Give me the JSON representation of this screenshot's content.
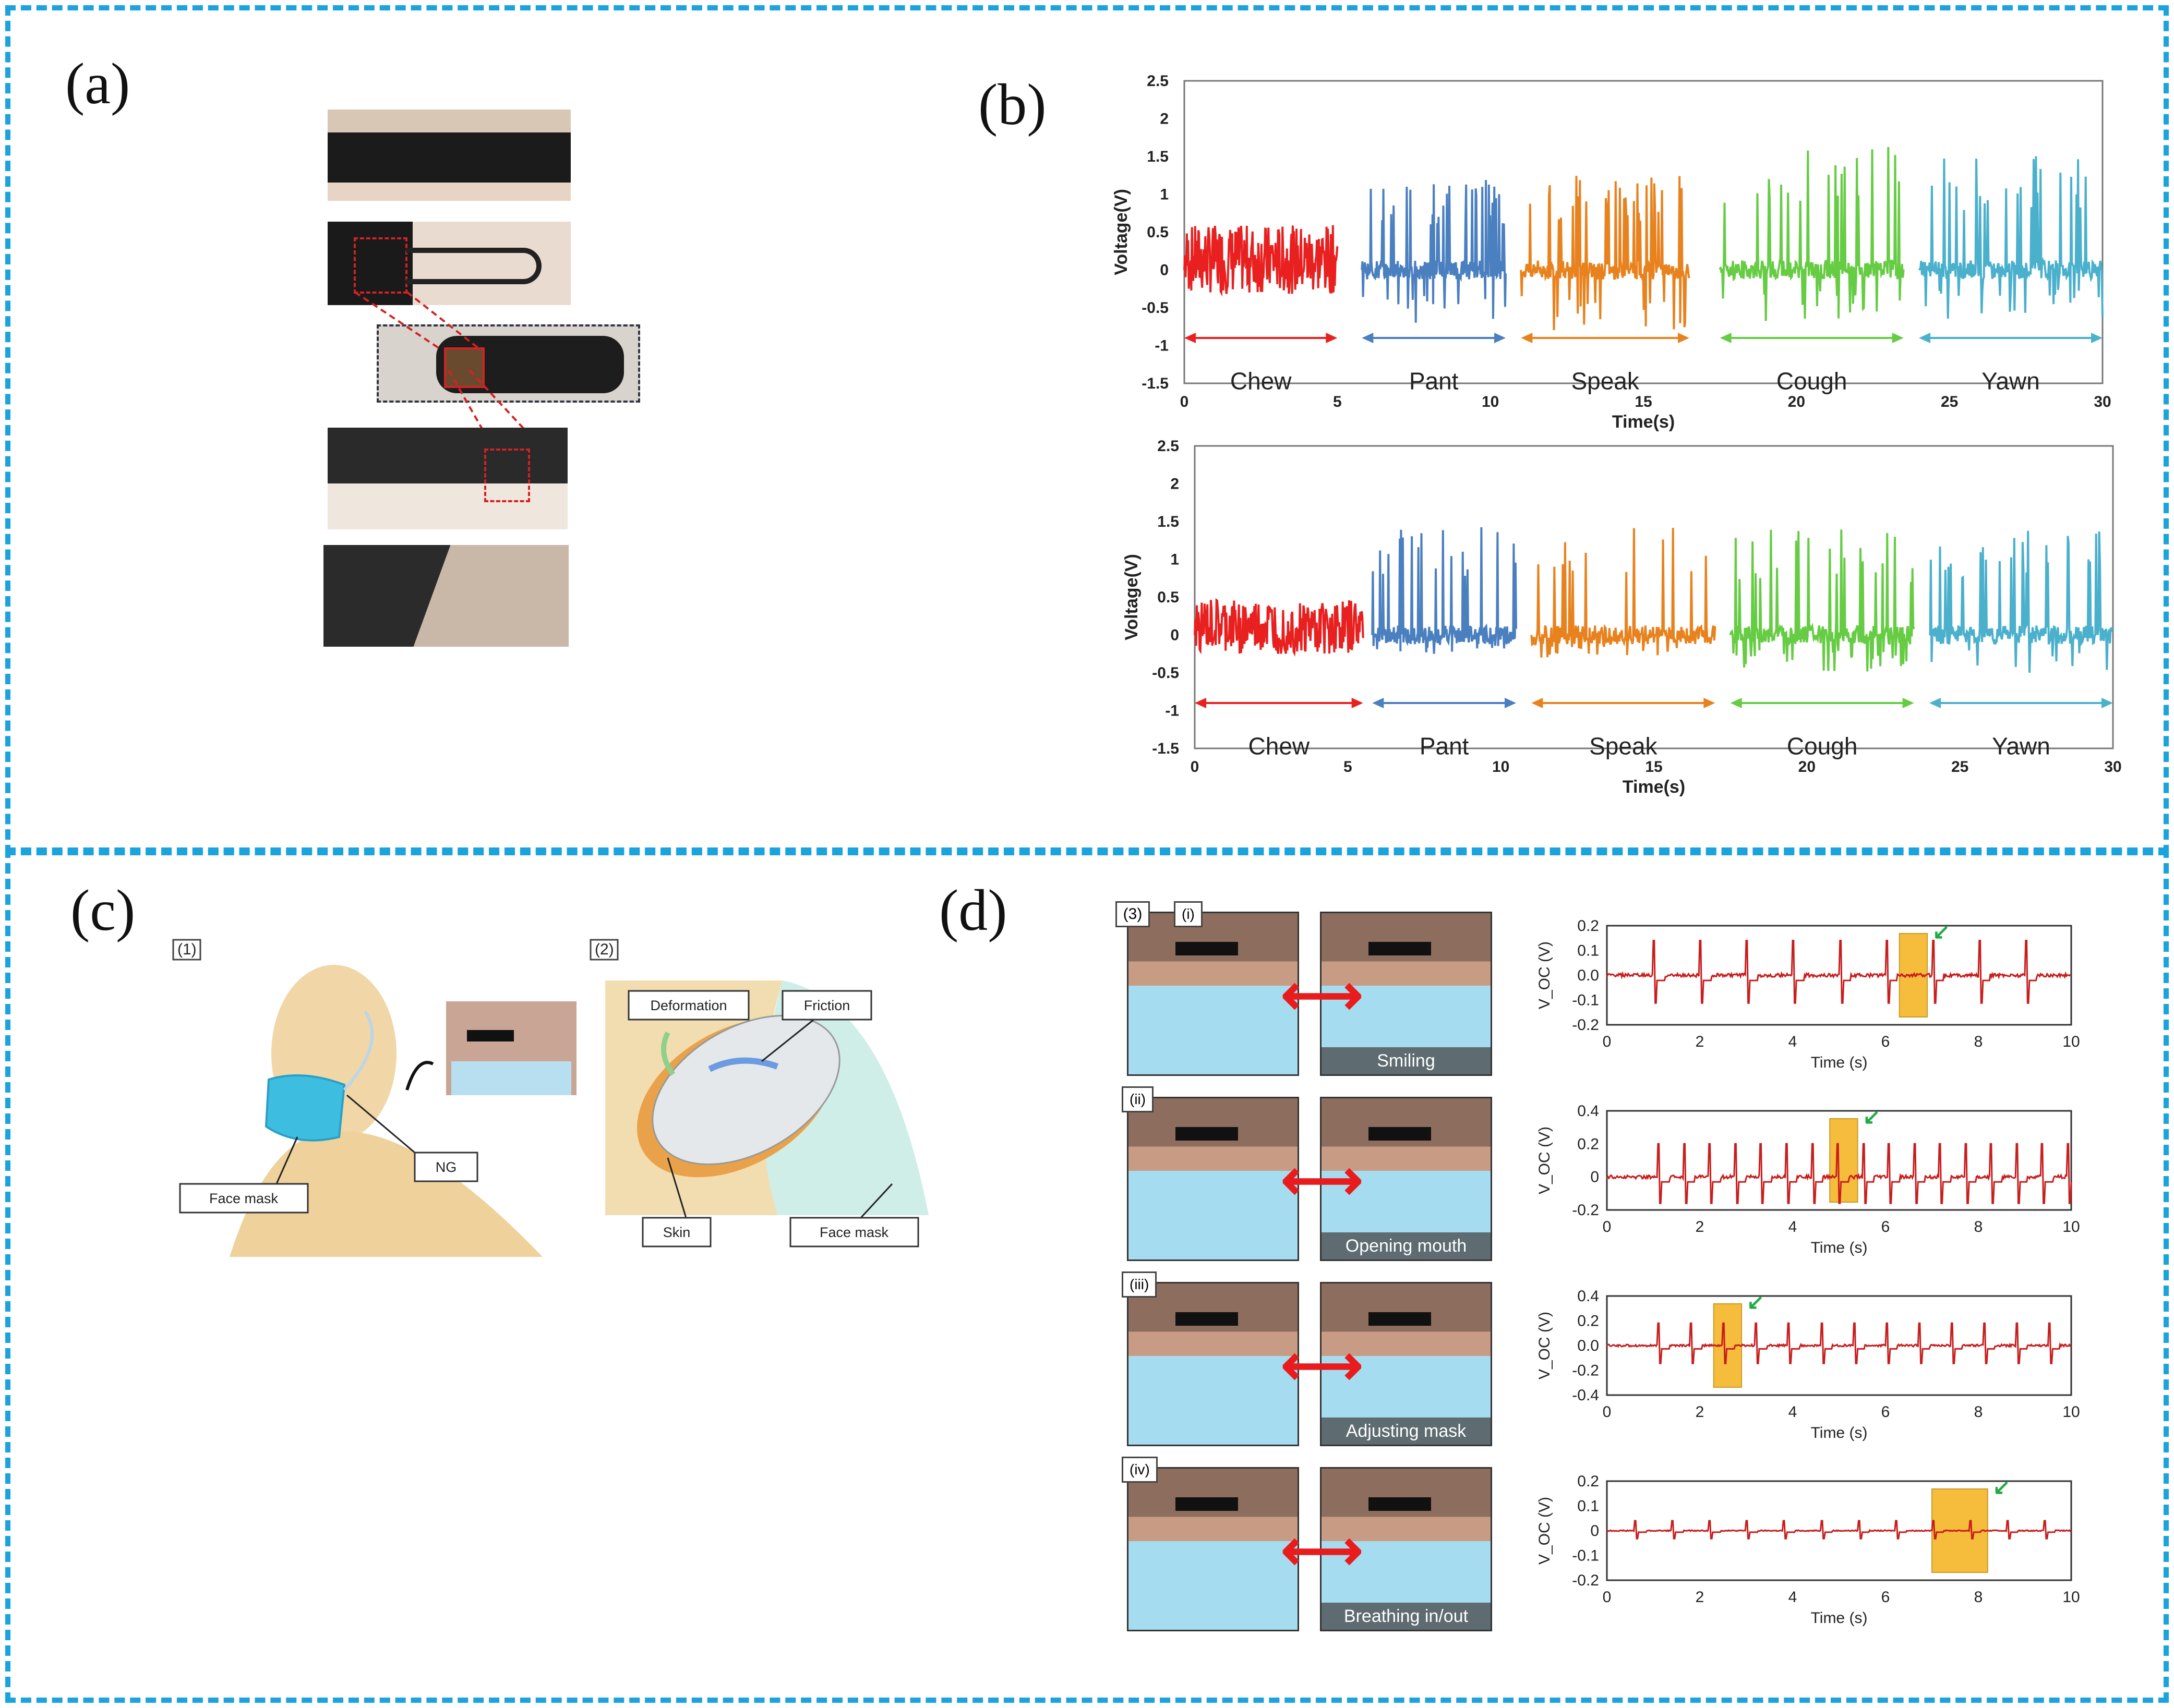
{
  "panels": {
    "a": {
      "label": "(a)"
    },
    "b": {
      "label": "(b)"
    },
    "c": {
      "label": "(c)",
      "sub1": "(1)",
      "sub2": "(2)",
      "callouts": {
        "face_mask": "Face mask",
        "ng": "NG",
        "deformation": "Deformation",
        "friction": "Friction",
        "skin": "Skin",
        "face_mask_2": "Face mask"
      }
    },
    "d": {
      "label": "(d)",
      "sub3": "(3)",
      "rows": [
        {
          "tag": "(i)",
          "caption": "Smiling"
        },
        {
          "tag": "(ii)",
          "caption": "Opening mouth"
        },
        {
          "tag": "(iii)",
          "caption": "Adjusting mask"
        },
        {
          "tag": "(iv)",
          "caption": "Breathing in/out"
        }
      ]
    }
  },
  "colors": {
    "frame": "#1aa3dd",
    "chew": "#e8201f",
    "pant": "#4a7fc0",
    "speak": "#e8821e",
    "cough": "#66cc44",
    "yawn": "#4ab0cc",
    "voc": "#c81d1d",
    "highlight": "#f5b21c"
  },
  "chart_data": [
    {
      "type": "line",
      "xlabel": "Time(s)",
      "ylabel": "Voltage(V)",
      "xlim": [
        0,
        30
      ],
      "ylim": [
        -1.5,
        2.5
      ],
      "xticks": [
        "0",
        "5",
        "10",
        "15",
        "20",
        "25",
        "30"
      ],
      "yticks": [
        "2.5",
        "2",
        "1.5",
        "1",
        "0.5",
        "0",
        "-0.5",
        "-1",
        "-1.5"
      ],
      "grid": false,
      "series": [
        {
          "name": "Chew",
          "x_range": [
            0,
            5
          ],
          "peaks": [
            0.7,
            -0.2
          ],
          "label_y": -1.2
        },
        {
          "name": "Pant",
          "x_range": [
            5.8,
            10.5
          ],
          "peaks": [
            1.2,
            -0.75
          ],
          "label_y": -1.2
        },
        {
          "name": "Speak",
          "x_range": [
            11,
            16.5
          ],
          "peaks": [
            1.3,
            -0.8
          ],
          "label_y": -1.2
        },
        {
          "name": "Cough",
          "x_range": [
            17.5,
            23.5
          ],
          "peaks": [
            1.75,
            -0.7
          ],
          "label_y": -1.2
        },
        {
          "name": "Yawn",
          "x_range": [
            24,
            30
          ],
          "peaks": [
            1.55,
            -0.65
          ],
          "label_y": -1.2
        }
      ]
    },
    {
      "type": "line",
      "xlabel": "Time(s)",
      "ylabel": "Voltage(V)",
      "xlim": [
        0,
        30
      ],
      "ylim": [
        -1.5,
        2.5
      ],
      "xticks": [
        "0",
        "5",
        "10",
        "15",
        "20",
        "25",
        "30"
      ],
      "yticks": [
        "2.5",
        "2",
        "1.5",
        "1",
        "0.5",
        "0",
        "-0.5",
        "-1",
        "-1.5"
      ],
      "grid": false,
      "series": [
        {
          "name": "Chew",
          "x_range": [
            0,
            5.5
          ],
          "peaks": [
            0.55,
            -0.3
          ],
          "label_y": -1.2
        },
        {
          "name": "Pant",
          "x_range": [
            5.8,
            10.5
          ],
          "peaks": [
            1.55,
            -0.25
          ],
          "label_y": -1.2
        },
        {
          "name": "Speak",
          "x_range": [
            11,
            17
          ],
          "peaks": [
            1.55,
            -0.3
          ],
          "label_y": -1.2
        },
        {
          "name": "Cough",
          "x_range": [
            17.5,
            23.5
          ],
          "peaks": [
            1.4,
            -0.5
          ],
          "label_y": -1.2
        },
        {
          "name": "Yawn",
          "x_range": [
            24,
            30
          ],
          "peaks": [
            1.4,
            -0.5
          ],
          "label_y": -1.2
        }
      ]
    },
    {
      "type": "line",
      "xlabel": "Time (s)",
      "ylabel": "V_OC (V)",
      "xlim": [
        0,
        10
      ],
      "ylim": [
        -0.2,
        0.2
      ],
      "xticks": [
        "0",
        "2",
        "4",
        "6",
        "8",
        "10"
      ],
      "yticks": [
        "0.2",
        "0.1",
        "0.0",
        "-0.1",
        "-0.2"
      ],
      "peak_period": 1.0,
      "peak_start": 1.0,
      "peak_amp": 0.14,
      "highlight_x": [
        6.3,
        6.9
      ]
    },
    {
      "type": "line",
      "xlabel": "Time (s)",
      "ylabel": "V_OC (V)",
      "xlim": [
        0,
        10
      ],
      "ylim": [
        -0.2,
        0.4
      ],
      "xticks": [
        "0",
        "2",
        "4",
        "6",
        "8",
        "10"
      ],
      "yticks": [
        "0.4",
        "0.2",
        "0",
        "-0.2"
      ],
      "peak_period": 0.55,
      "peak_start": 1.1,
      "peak_amp": 0.2,
      "highlight_x": [
        4.8,
        5.4
      ]
    },
    {
      "type": "line",
      "xlabel": "Time (s)",
      "ylabel": "V_OC (V)",
      "xlim": [
        0,
        10
      ],
      "ylim": [
        -0.4,
        0.4
      ],
      "xticks": [
        "0",
        "2",
        "4",
        "6",
        "8",
        "10"
      ],
      "yticks": [
        "0.4",
        "0.2",
        "0.0",
        "-0.2",
        "-0.4"
      ],
      "peak_period": 0.7,
      "peak_start": 1.1,
      "peak_amp": 0.18,
      "highlight_x": [
        2.3,
        2.9
      ]
    },
    {
      "type": "line",
      "xlabel": "Time (s)",
      "ylabel": "V_OC (V)",
      "xlim": [
        0,
        10
      ],
      "ylim": [
        -0.2,
        0.2
      ],
      "xticks": [
        "0",
        "2",
        "4",
        "6",
        "8",
        "10"
      ],
      "yticks": [
        "0.2",
        "0.1",
        "0",
        "-0.1",
        "-0.2"
      ],
      "peak_period": 0.8,
      "peak_start": 0.6,
      "peak_amp": 0.04,
      "highlight_x": [
        7.0,
        8.2
      ]
    }
  ]
}
